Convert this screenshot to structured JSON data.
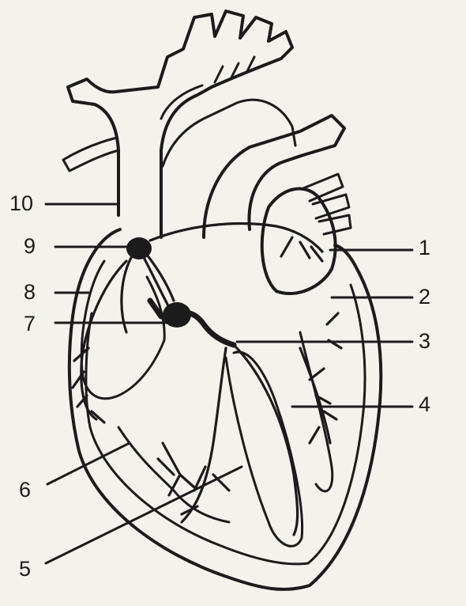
{
  "labels": {
    "n1": "1",
    "n2": "2",
    "n3": "3",
    "n4": "4",
    "n5": "5",
    "n6": "6",
    "n7": "7",
    "n8": "8",
    "n9": "9",
    "n10": "10"
  },
  "colors": {
    "paper": "#f4f2ec",
    "ink": "#1b1b1b"
  }
}
